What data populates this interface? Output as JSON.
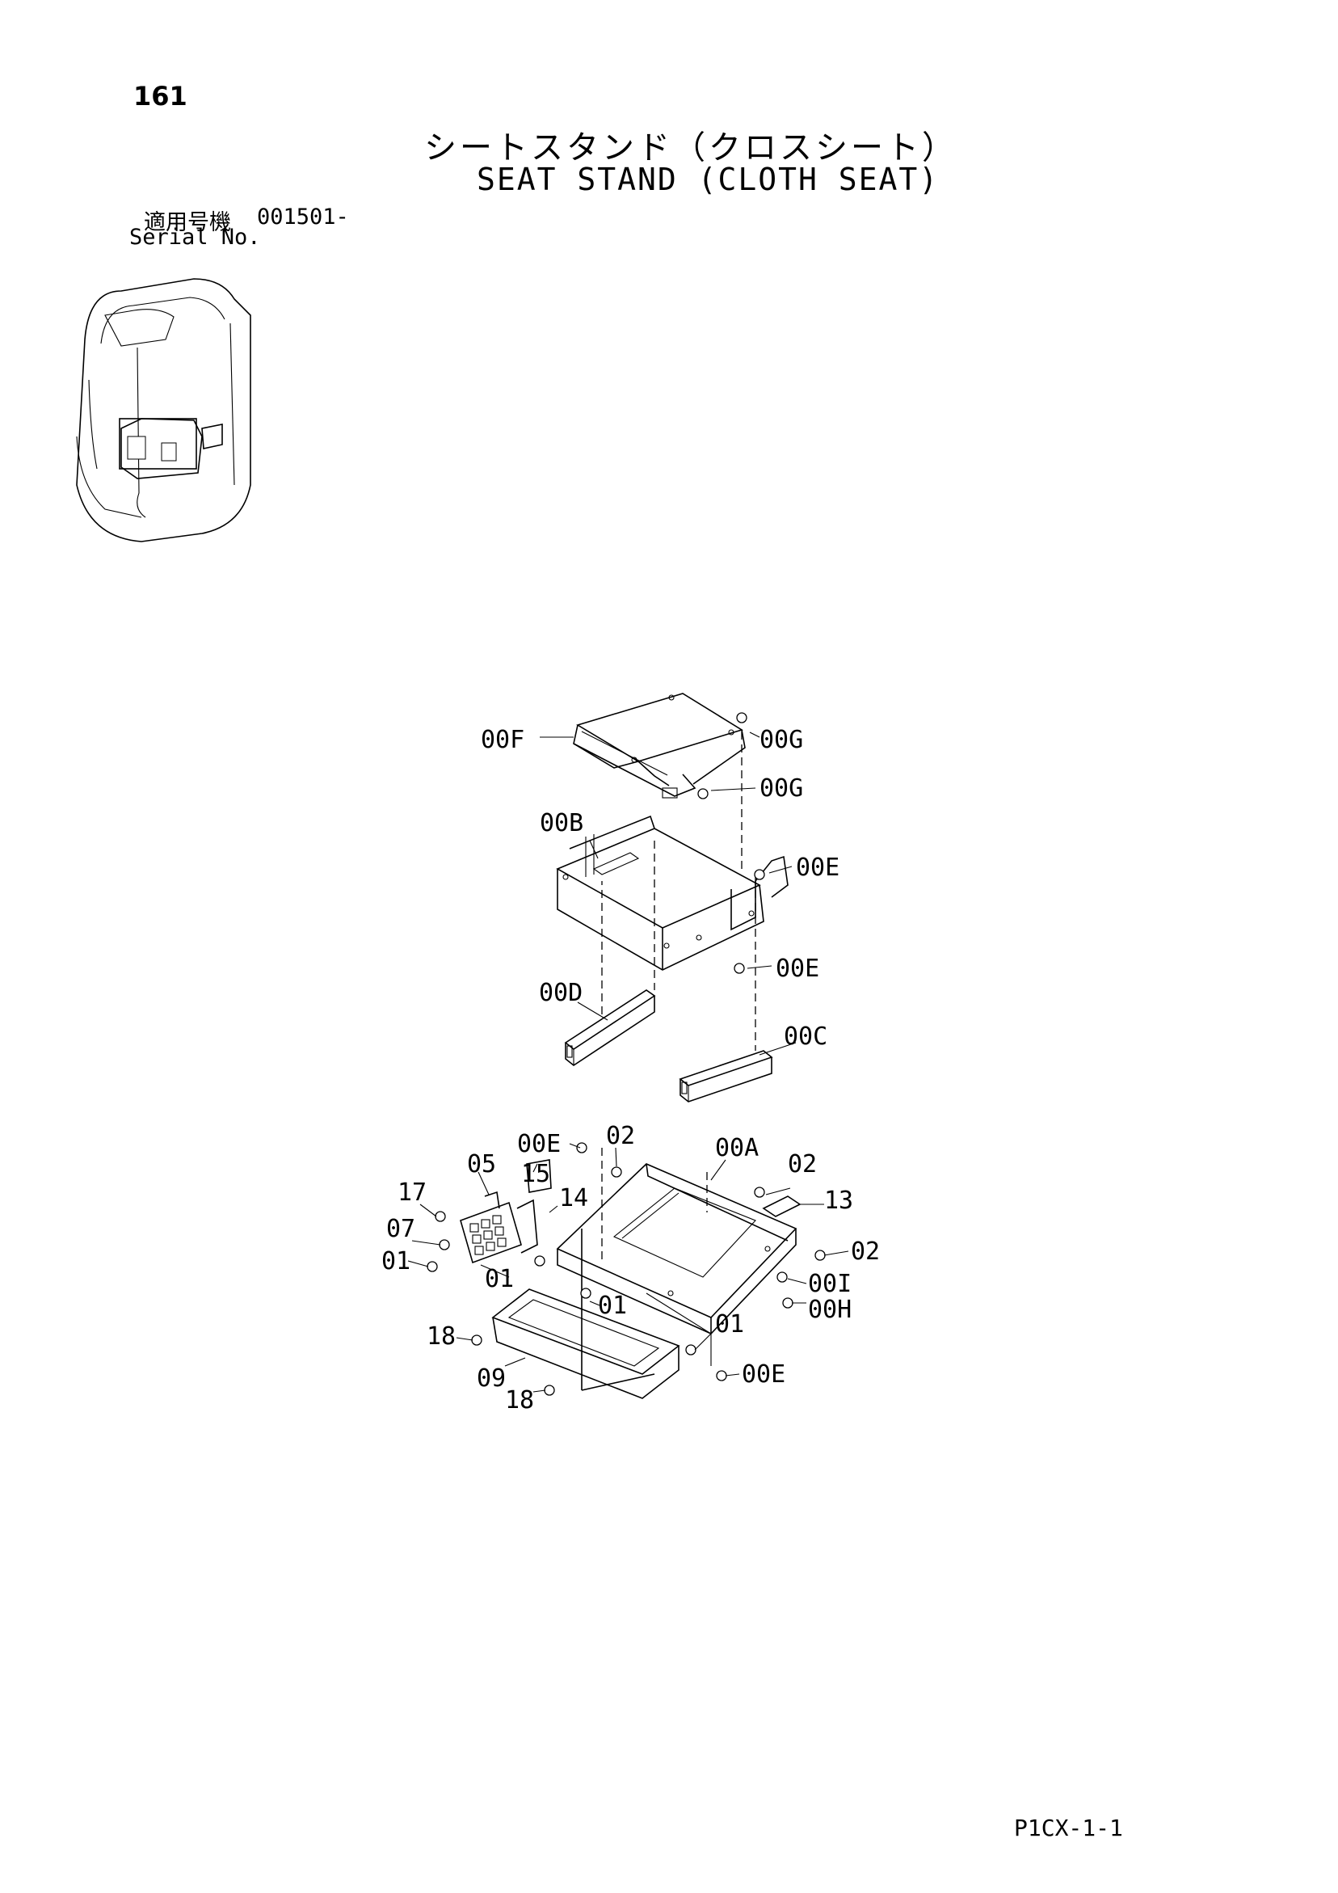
{
  "page": {
    "number": "161",
    "title_jp": "シートスタンド（クロスシート）",
    "title_en": "SEAT STAND (CLOTH SEAT)",
    "serial_label_jp": "適用号機",
    "serial_value": "001501-",
    "serial_label_en": "Serial No.",
    "footer_code": "P1CX-1-1"
  },
  "callouts": {
    "c00F": "00F",
    "c00G_1": "00G",
    "c00G_2": "00G",
    "c00B": "00B",
    "c00E_1": "00E",
    "c00E_2": "00E",
    "c00D": "00D",
    "c00C": "00C",
    "c00E_3": "00E",
    "c02_1": "02",
    "c00A": "00A",
    "c05": "05",
    "c15": "15",
    "c02_2": "02",
    "c17": "17",
    "c14": "14",
    "c13": "13",
    "c07": "07",
    "c02_3": "02",
    "c01_1": "01",
    "c01_2": "01",
    "c00I": "00I",
    "c01_3": "01",
    "c00H": "00H",
    "c18_1": "18",
    "c01_4": "01",
    "c09": "09",
    "c00E_4": "00E",
    "c18_2": "18"
  }
}
